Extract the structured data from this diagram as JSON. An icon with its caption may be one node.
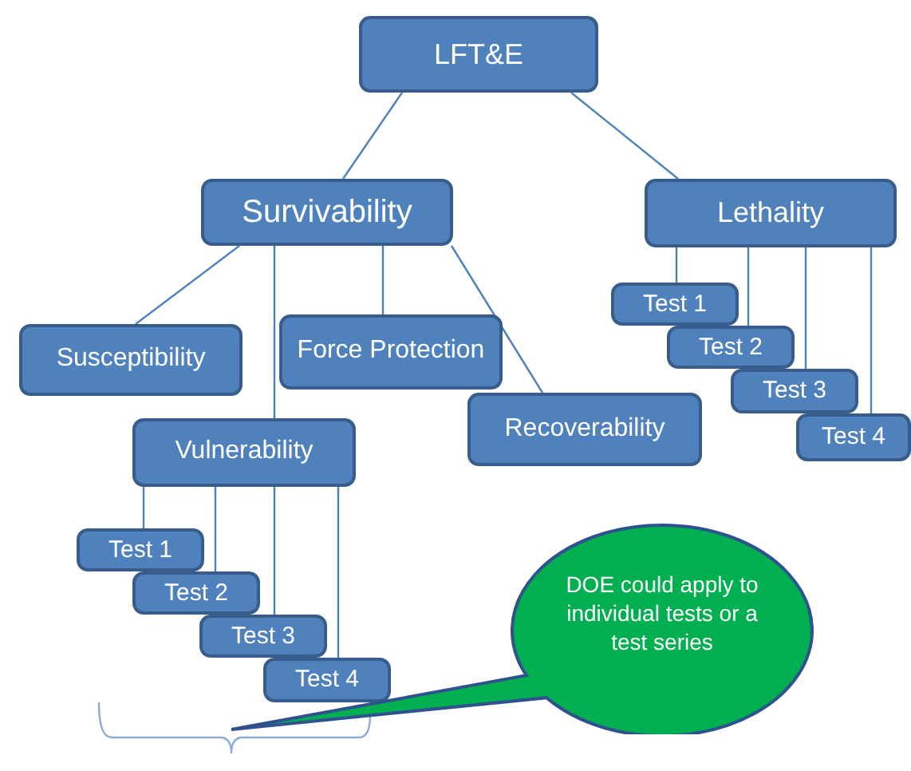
{
  "diagram": {
    "nodes": [
      {
        "text": [
          "LFT&E"
        ]
      },
      {
        "text": [
          "Survivability"
        ]
      },
      {
        "text": [
          "Lethality"
        ]
      },
      {
        "text": [
          "Susceptibility"
        ]
      },
      {
        "text": [
          "Force Protection"
        ]
      },
      {
        "text": [
          "Recoverability"
        ]
      },
      {
        "text": [
          "Vulnerability"
        ]
      },
      {
        "text": [
          "Test 1"
        ]
      },
      {
        "text": [
          "Test 2"
        ]
      },
      {
        "text": [
          "Test 3"
        ]
      },
      {
        "text": [
          "Test 4"
        ]
      },
      {
        "text": [
          "Test 1"
        ]
      },
      {
        "text": [
          "Test 2"
        ]
      },
      {
        "text": [
          "Test 3"
        ]
      },
      {
        "text": [
          "Test 4"
        ]
      },
      {
        "text": [
          "DOE could apply to individual tests or a test series"
        ]
      }
    ],
    "edges": [
      {
        "from": 0,
        "to": 1,
        "arrow": "none"
      },
      {
        "from": 0,
        "to": 2,
        "arrow": "none"
      },
      {
        "from": 1,
        "to": 3,
        "arrow": "none"
      },
      {
        "from": 1,
        "to": 6,
        "arrow": "none"
      },
      {
        "from": 1,
        "to": 4,
        "arrow": "none"
      },
      {
        "from": 1,
        "to": 5,
        "arrow": "none"
      },
      {
        "from": 6,
        "to": 7,
        "arrow": "none"
      },
      {
        "from": 6,
        "to": 8,
        "arrow": "none"
      },
      {
        "from": 6,
        "to": 9,
        "arrow": "none"
      },
      {
        "from": 6,
        "to": 10,
        "arrow": "none"
      },
      {
        "from": 2,
        "to": 11,
        "arrow": "none"
      },
      {
        "from": 2,
        "to": 12,
        "arrow": "none"
      },
      {
        "from": 2,
        "to": 13,
        "arrow": "none"
      },
      {
        "from": 2,
        "to": 14,
        "arrow": "none"
      }
    ]
  }
}
